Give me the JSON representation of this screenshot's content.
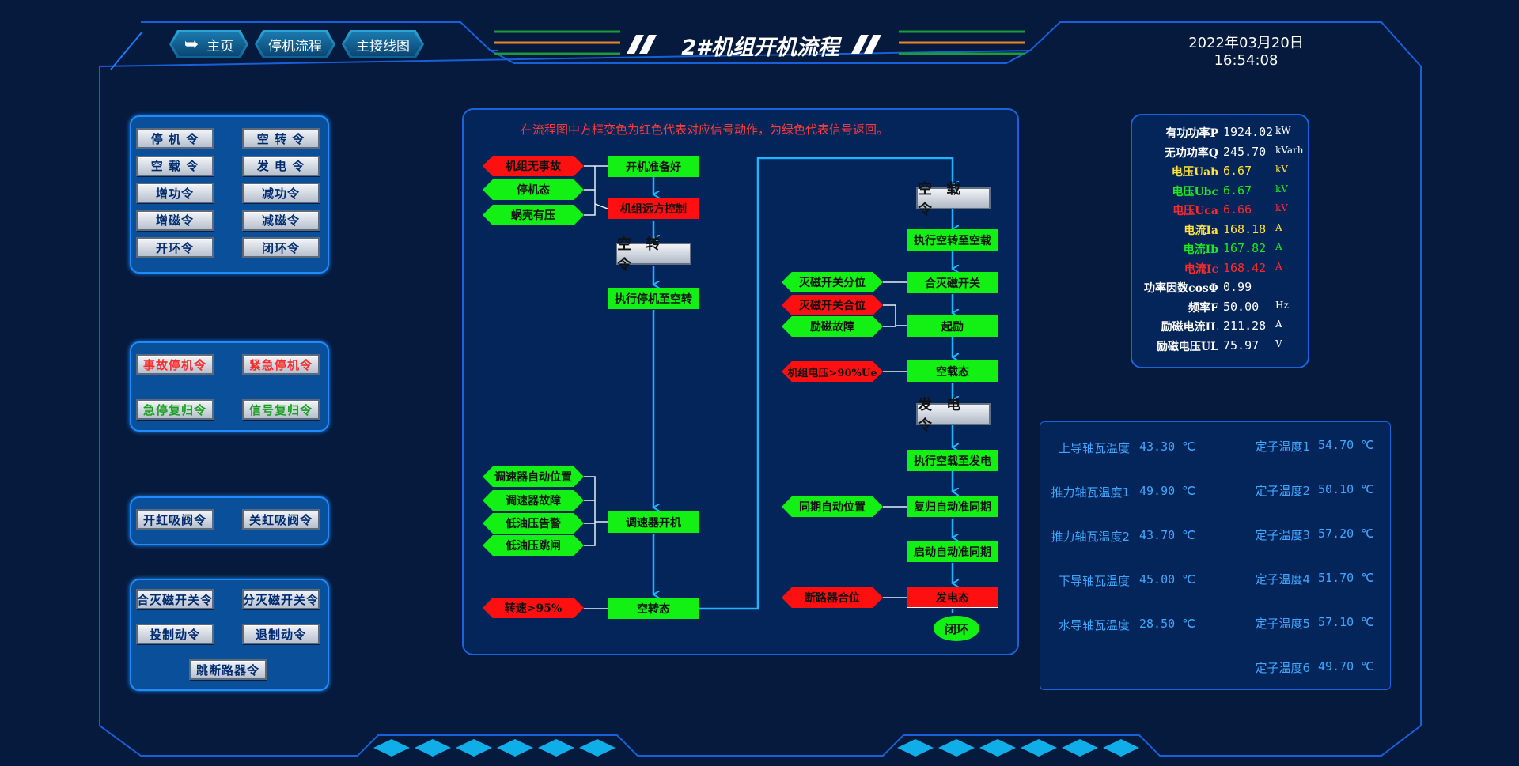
{
  "nav": {
    "home": "主页",
    "stop_flow": "停机流程",
    "main_wiring": "主接线图"
  },
  "title": "2#机组开机流程",
  "datetime": "2022年03月20日 16:54:08",
  "left_panels": {
    "panel1": [
      {
        "label": "停 机 令"
      },
      {
        "label": "空 转 令"
      },
      {
        "label": "空 载 令"
      },
      {
        "label": "发 电 令"
      },
      {
        "label": "增功令"
      },
      {
        "label": "减功令"
      },
      {
        "label": "增磁令"
      },
      {
        "label": "减磁令"
      },
      {
        "label": "开环令"
      },
      {
        "label": "闭环令"
      }
    ],
    "panel2": [
      {
        "label": "事故停机令",
        "color": "#ff2a2a"
      },
      {
        "label": "紧急停机令",
        "color": "#ff2a2a"
      },
      {
        "label": "急停复归令",
        "color": "#1aa020"
      },
      {
        "label": "信号复归令",
        "color": "#1aa020"
      }
    ],
    "panel3": [
      {
        "label": "开虹吸阀令"
      },
      {
        "label": "关虹吸阀令"
      }
    ],
    "panel4": [
      {
        "label": "合灭磁开关令"
      },
      {
        "label": "分灭磁开关令"
      },
      {
        "label": "投制动令"
      },
      {
        "label": "退制动令"
      },
      {
        "label": "跳断路器令"
      }
    ]
  },
  "flow": {
    "note": "在流程图中方框变色为红色代表对应信号动作，为绿色代表信号返回。",
    "left_col": {
      "cond1": "机组无事故",
      "cond2": "停机态",
      "cond3": "蜗壳有压",
      "ready": "开机准备好",
      "remote": "机组远方控制",
      "idle_cmd": "空 转 令",
      "exec_idle": "执行停机至空转",
      "gov1": "调速器自动位置",
      "gov2": "调速器故障",
      "gov3": "低油压告警",
      "gov4": "低油压跳闸",
      "gov_open": "调速器开机",
      "speed": "转速>95%",
      "idle_state": "空转态"
    },
    "right_col": {
      "noload_cmd": "空 载 令",
      "exec_noload": "执行空转至空载",
      "fmk_open": "灭磁开关分位",
      "close_fmk": "合灭磁开关",
      "fmk_closed": "灭磁开关合位",
      "exc_fault": "励磁故障",
      "excite": "起励",
      "volt": "机组电压>90%Ue",
      "noload_state": "空载态",
      "gen_cmd": "发 电 令",
      "exec_gen": "执行空载至发电",
      "sync_auto": "同期自动位置",
      "reset_sync": "复归自动准同期",
      "start_sync": "启动自动准同期",
      "breaker": "断路器合位",
      "gen_state": "发电态",
      "closed_loop": "闭环"
    }
  },
  "meter": [
    {
      "label": "有功功率P",
      "value": "1924.02",
      "unit": "kW",
      "color": "#ffffff"
    },
    {
      "label": "无功功率Q",
      "value": "245.70",
      "unit": "kVarh",
      "color": "#ffffff"
    },
    {
      "label": "电压Uab",
      "value": "6.67",
      "unit": "kV",
      "color": "#ffe23a"
    },
    {
      "label": "电压Ubc",
      "value": "6.67",
      "unit": "kV",
      "color": "#22e622"
    },
    {
      "label": "电压Uca",
      "value": "6.66",
      "unit": "kV",
      "color": "#ff2a2a"
    },
    {
      "label": "电流Ia",
      "value": "168.18",
      "unit": "A",
      "color": "#ffe23a"
    },
    {
      "label": "电流Ib",
      "value": "167.82",
      "unit": "A",
      "color": "#22e622"
    },
    {
      "label": "电流Ic",
      "value": "168.42",
      "unit": "A",
      "color": "#ff2a2a"
    },
    {
      "label": "功率因数cosΦ",
      "value": "0.99",
      "unit": "",
      "color": "#ffffff"
    },
    {
      "label": "频率F",
      "value": "50.00",
      "unit": "Hz",
      "color": "#ffffff"
    },
    {
      "label": "励磁电流IL",
      "value": "211.28",
      "unit": "A",
      "color": "#ffffff"
    },
    {
      "label": "励磁电压UL",
      "value": "75.97",
      "unit": "V",
      "color": "#ffffff"
    }
  ],
  "temps_left": [
    {
      "label": "上导轴瓦温度",
      "value": "43.30 ℃"
    },
    {
      "label": "推力轴瓦温度1",
      "value": "49.90 ℃"
    },
    {
      "label": "推力轴瓦温度2",
      "value": "43.70 ℃"
    },
    {
      "label": "下导轴瓦温度",
      "value": "45.00 ℃"
    },
    {
      "label": "水导轴瓦温度",
      "value": "28.50 ℃"
    }
  ],
  "temps_right": [
    {
      "label": "定子温度1",
      "value": "54.70 ℃"
    },
    {
      "label": "定子温度2",
      "value": "50.10 ℃"
    },
    {
      "label": "定子温度3",
      "value": "57.20 ℃"
    },
    {
      "label": "定子温度4",
      "value": "51.70 ℃"
    },
    {
      "label": "定子温度5",
      "value": "57.10 ℃"
    },
    {
      "label": "定子温度6",
      "value": "49.70 ℃"
    }
  ]
}
